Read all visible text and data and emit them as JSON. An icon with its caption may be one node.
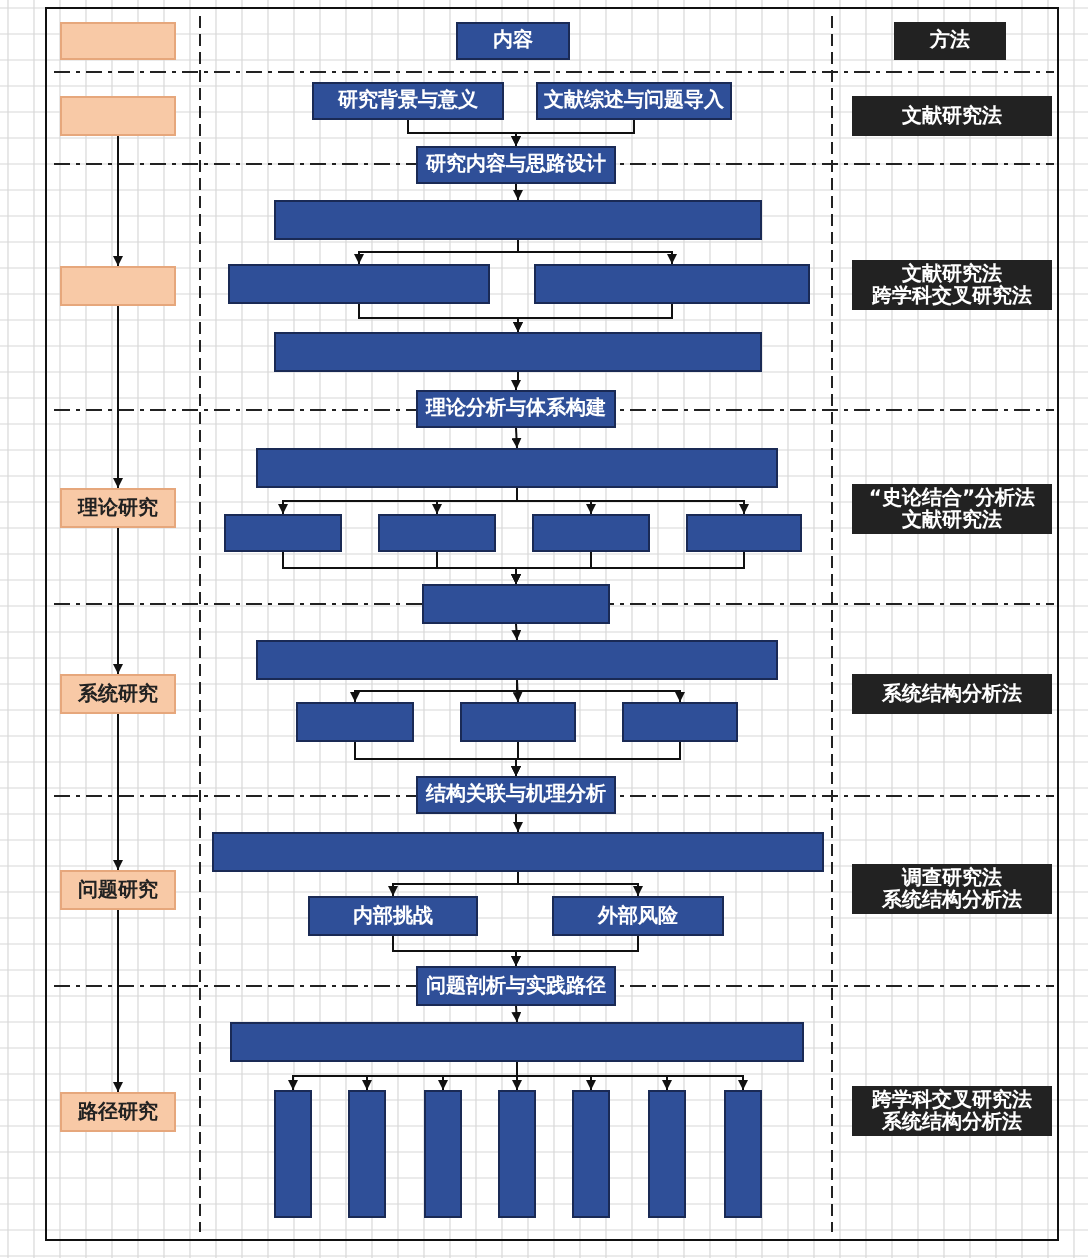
{
  "diagram": {
    "nodes": [
      {
        "text": [],
        "shape": "box"
      },
      {
        "text": [],
        "shape": "box"
      },
      {
        "text": [],
        "shape": "box"
      },
      {
        "text": [
          "理论研究"
        ]
      },
      {
        "text": [
          "系统研究"
        ]
      },
      {
        "text": [
          "问题研究"
        ]
      },
      {
        "text": [
          "路径研究"
        ]
      },
      {
        "text": [
          "内容"
        ]
      },
      {
        "text": [
          "研究背景与意义"
        ]
      },
      {
        "text": [
          "文献综述与问题导入"
        ]
      },
      {
        "text": [
          "研究内容与思路设计"
        ]
      },
      {
        "text": [],
        "shape": "box"
      },
      {
        "text": [],
        "shape": "box"
      },
      {
        "text": [],
        "shape": "box"
      },
      {
        "text": [],
        "shape": "box"
      },
      {
        "text": [
          "理论分析与体系构建"
        ]
      },
      {
        "text": [],
        "shape": "box"
      },
      {
        "text": [],
        "shape": "box"
      },
      {
        "text": [],
        "shape": "box"
      },
      {
        "text": [],
        "shape": "box"
      },
      {
        "text": [],
        "shape": "box"
      },
      {
        "text": [],
        "shape": "box"
      },
      {
        "text": [],
        "shape": "box"
      },
      {
        "text": [],
        "shape": "box"
      },
      {
        "text": [],
        "shape": "box"
      },
      {
        "text": [],
        "shape": "box"
      },
      {
        "text": [
          "结构关联与机理分析"
        ]
      },
      {
        "text": [],
        "shape": "box"
      },
      {
        "text": [
          "内部挑战"
        ]
      },
      {
        "text": [
          "外部风险"
        ]
      },
      {
        "text": [
          "问题剖析与实践路径"
        ]
      },
      {
        "text": [],
        "shape": "box"
      },
      {
        "text": [],
        "shape": "box"
      },
      {
        "text": [],
        "shape": "box"
      },
      {
        "text": [],
        "shape": "box"
      },
      {
        "text": [],
        "shape": "box"
      },
      {
        "text": [],
        "shape": "box"
      },
      {
        "text": [],
        "shape": "box"
      },
      {
        "text": [],
        "shape": "box"
      },
      {
        "text": [
          "方法"
        ]
      },
      {
        "text": [
          "文献研究法"
        ]
      },
      {
        "text": [
          "文献研究法",
          "跨学科交叉研究法"
        ]
      },
      {
        "text": [
          "“史论结合”分析法",
          "文献研究法"
        ]
      },
      {
        "text": [
          "系统结构分析法"
        ]
      },
      {
        "text": [
          "调查研究法",
          "系统结构分析法"
        ]
      },
      {
        "text": [
          "跨学科交叉研究法",
          "系统结构分析法"
        ]
      }
    ],
    "edges": [
      {
        "from": 1,
        "to": 2,
        "arrow": "to"
      },
      {
        "from": 2,
        "to": 3,
        "arrow": "to"
      },
      {
        "from": 3,
        "to": 4,
        "arrow": "to"
      },
      {
        "from": 4,
        "to": 5,
        "arrow": "to"
      },
      {
        "from": 5,
        "to": 6,
        "arrow": "to"
      },
      {
        "from": 8,
        "to": 10,
        "arrow": "to"
      },
      {
        "from": 9,
        "to": 10,
        "arrow": "to"
      },
      {
        "from": 10,
        "to": 11,
        "arrow": "to"
      },
      {
        "from": 11,
        "to": 12,
        "arrow": "to"
      },
      {
        "from": 11,
        "to": 13,
        "arrow": "to"
      },
      {
        "from": 12,
        "to": 14,
        "arrow": "to"
      },
      {
        "from": 13,
        "to": 14,
        "arrow": "to"
      },
      {
        "from": 14,
        "to": 15,
        "arrow": "to"
      },
      {
        "from": 15,
        "to": 16,
        "arrow": "to"
      },
      {
        "from": 16,
        "to": 17,
        "arrow": "to"
      },
      {
        "from": 16,
        "to": 18,
        "arrow": "to"
      },
      {
        "from": 16,
        "to": 19,
        "arrow": "to"
      },
      {
        "from": 16,
        "to": 20,
        "arrow": "to"
      },
      {
        "from": 17,
        "to": 21,
        "arrow": "to"
      },
      {
        "from": 18,
        "to": 21,
        "arrow": "to"
      },
      {
        "from": 19,
        "to": 21,
        "arrow": "to"
      },
      {
        "from": 20,
        "to": 21,
        "arrow": "to"
      },
      {
        "from": 21,
        "to": 22,
        "arrow": "to"
      },
      {
        "from": 22,
        "to": 23,
        "arrow": "to"
      },
      {
        "from": 22,
        "to": 24,
        "arrow": "to"
      },
      {
        "from": 22,
        "to": 25,
        "arrow": "to"
      },
      {
        "from": 23,
        "to": 26,
        "arrow": "to"
      },
      {
        "from": 24,
        "to": 26,
        "arrow": "to"
      },
      {
        "from": 25,
        "to": 26,
        "arrow": "to"
      },
      {
        "from": 26,
        "to": 27,
        "arrow": "to"
      },
      {
        "from": 27,
        "to": 28,
        "arrow": "to"
      },
      {
        "from": 27,
        "to": 29,
        "arrow": "to"
      },
      {
        "from": 28,
        "to": 30,
        "arrow": "to"
      },
      {
        "from": 29,
        "to": 30,
        "arrow": "to"
      },
      {
        "from": 30,
        "to": 31,
        "arrow": "to"
      },
      {
        "from": 31,
        "to": 32,
        "arrow": "to"
      },
      {
        "from": 31,
        "to": 33,
        "arrow": "to"
      },
      {
        "from": 31,
        "to": 34,
        "arrow": "to"
      },
      {
        "from": 31,
        "to": 35,
        "arrow": "to"
      },
      {
        "from": 31,
        "to": 36,
        "arrow": "to"
      },
      {
        "from": 31,
        "to": 37,
        "arrow": "to"
      },
      {
        "from": 31,
        "to": 38,
        "arrow": "to"
      }
    ]
  }
}
